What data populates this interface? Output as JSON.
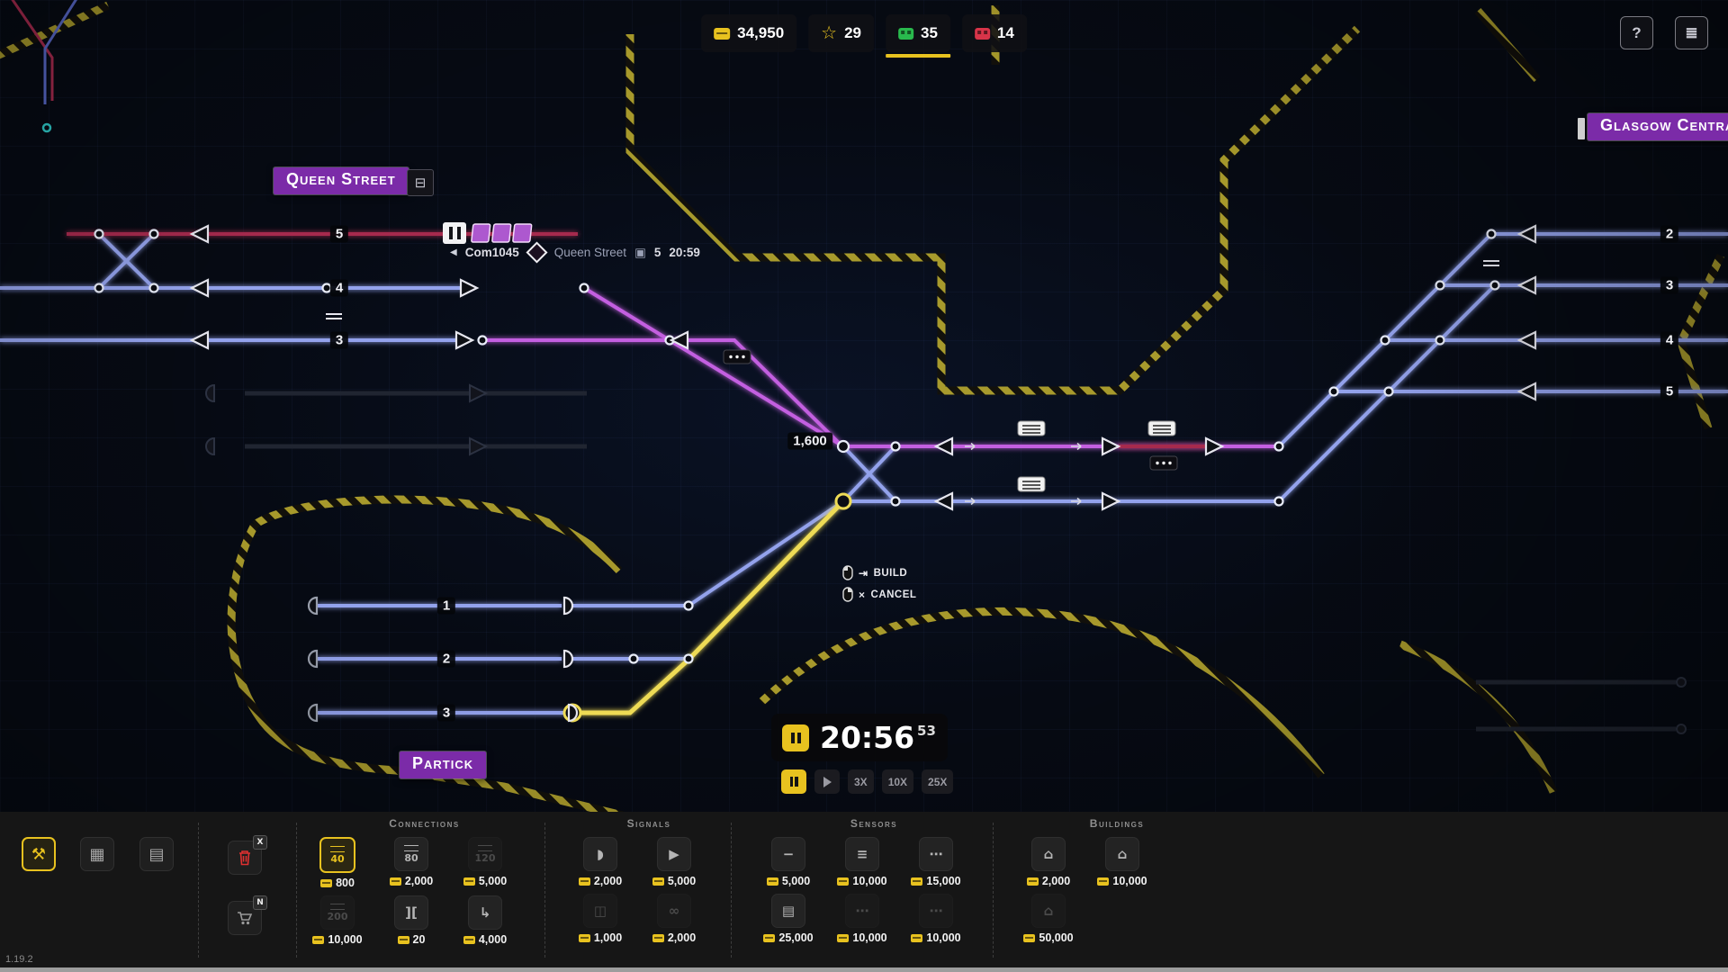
{
  "version": "1.19.2",
  "topbar": {
    "money": "34,950",
    "stars": "29",
    "trains": "35",
    "alerts": "14"
  },
  "top_right": {
    "help": "?",
    "menu": "≣"
  },
  "map": {
    "stations": {
      "queen_street": "Queen Street",
      "queen_icon": "⊟",
      "glasgow_central": "Glasgow Central",
      "partick": "Partick"
    },
    "train": {
      "arrow": "◀",
      "id": "Com1045",
      "dest": "Queen Street",
      "car_icon": "▣",
      "platform": "5",
      "time": "20:59"
    },
    "junction_label": "1,600",
    "platforms_left": [
      "5",
      "4",
      "3"
    ],
    "platforms_right": [
      "2",
      "3",
      "4",
      "5"
    ],
    "platforms_partick": [
      "1",
      "2",
      "3"
    ],
    "hints": {
      "build_glyph": "⇥",
      "build": "BUILD",
      "cancel_glyph": "×",
      "cancel": "CANCEL"
    }
  },
  "clock": {
    "time": "20:56",
    "seconds": "53",
    "speed_buttons": [
      "3X",
      "10X",
      "25X"
    ]
  },
  "toolbar": {
    "left_tools": [
      {
        "name": "construction",
        "glyph": "⚒"
      },
      {
        "name": "contracts",
        "glyph": "▦"
      },
      {
        "name": "log",
        "glyph": "▤"
      }
    ],
    "badges": {
      "delete": "X",
      "shop": "N"
    },
    "sections": [
      {
        "title": "Connections",
        "items": [
          {
            "glyph": "40",
            "price": "800"
          },
          {
            "glyph": "80",
            "price": "2,000"
          },
          {
            "glyph": "120",
            "price": "5,000"
          },
          {
            "glyph": "200",
            "price": "10,000"
          },
          {
            "glyph": "][",
            "price": "20"
          },
          {
            "glyph": "↳",
            "price": "4,000"
          }
        ]
      },
      {
        "title": "Signals",
        "items": [
          {
            "glyph": "◗",
            "price": "2,000"
          },
          {
            "glyph": "▶",
            "price": "5,000"
          },
          {
            "glyph": "◫",
            "price": "1,000"
          },
          {
            "glyph": "∞",
            "price": "2,000"
          }
        ]
      },
      {
        "title": "Sensors",
        "items": [
          {
            "glyph": "−",
            "price": "5,000"
          },
          {
            "glyph": "≡",
            "price": "10,000"
          },
          {
            "glyph": "⋯",
            "price": "15,000"
          },
          {
            "glyph": "▤",
            "price": "25,000"
          },
          {
            "glyph": "⋯",
            "price": "10,000"
          },
          {
            "glyph": "⋯",
            "price": "10,000"
          }
        ]
      },
      {
        "title": "Buildings",
        "items": [
          {
            "glyph": "⌂",
            "price": "2,000"
          },
          {
            "glyph": "⌂",
            "price": "10,000"
          },
          {
            "glyph": "⌂",
            "price": "50,000"
          }
        ]
      }
    ]
  }
}
